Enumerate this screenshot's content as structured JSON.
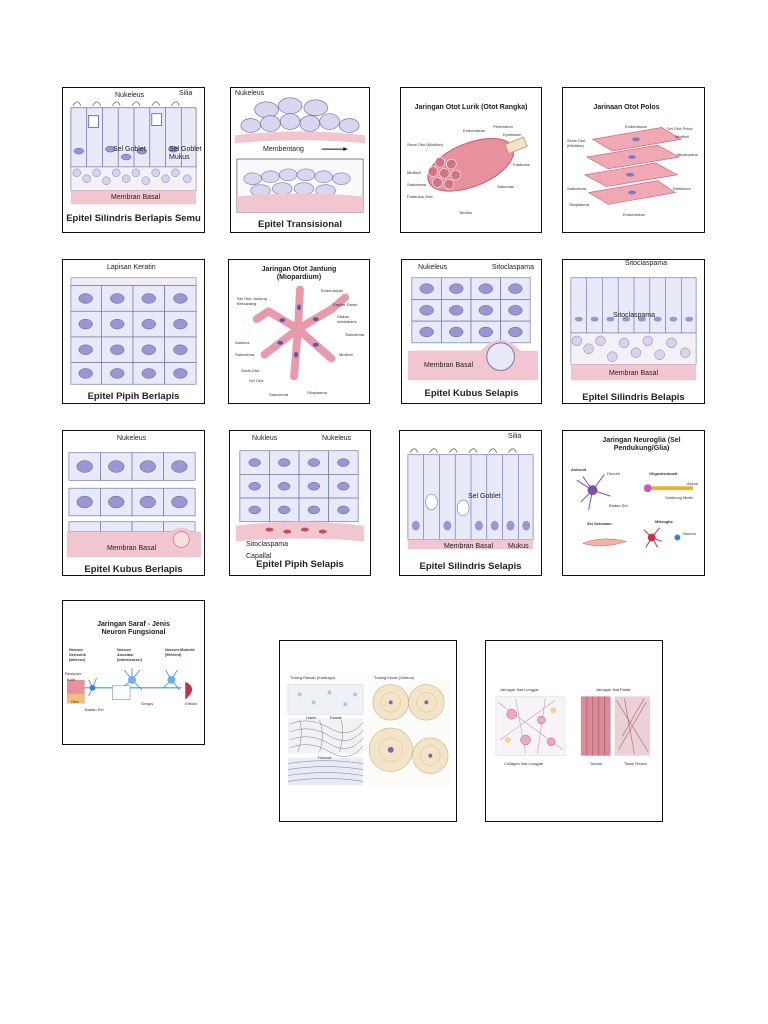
{
  "colors": {
    "cell_fill": "#e9eaf7",
    "cell_stroke": "#6f76b4",
    "nucleus": "#9a96d2",
    "nucleus_dark": "#5b5aa3",
    "membrane": "#f2c6cf",
    "muscle": "#e7909e",
    "muscle_dark": "#c45c6f",
    "neuron": "#7ab6e2",
    "bone": "#f3e3c7"
  },
  "cards": [
    {
      "id": "c1",
      "caption": "Epitel Silindris Berlapis Semu",
      "labels": [
        "Nukeleus",
        "Silia",
        "Sel Goblet",
        "Sel Goblet Mukus",
        "Membran Basal"
      ]
    },
    {
      "id": "c2",
      "caption": "Epitel Transisional",
      "labels": [
        "Nukeleus",
        "Membentang"
      ]
    },
    {
      "id": "c3",
      "title": "Jaringan Otot Lurik (Otot Rangka)",
      "labels": [
        "Endomisium",
        "Perimisium",
        "Epimisium",
        "Serat Otot (Miofiber)",
        "Fasikulus",
        "Sarkolema",
        "Miofibril",
        "Fasikulus Otot",
        "Sarkomer",
        "Tendon"
      ]
    },
    {
      "id": "c4",
      "title": "Jarinaan Otot Polos",
      "labels": [
        "Endomisium",
        "Sel Otot Polos",
        "Serat Otot (Miofiber)",
        "Miofibril",
        "Mitokondria",
        "Sarkolema",
        "Retikulum",
        "Sitoplasma",
        "Endomisium"
      ]
    },
    {
      "id": "c5",
      "caption": "Epitel Pipih Berlapis",
      "labels": [
        "Lapisan Keratin"
      ]
    },
    {
      "id": "c6",
      "title": "Jaringan Otot Jantung (Miopardium)",
      "labels": [
        "Sel Otot Jantung Bercabang",
        "Endomisium",
        "Kapiler Darah",
        "Diskus Interkalaris",
        "Sarkolema",
        "Nukleus",
        "Sarkolema",
        "Miofibril",
        "Sel Otot",
        "Serat Otot",
        "Sarkolema",
        "Sitoplasma"
      ]
    },
    {
      "id": "c7",
      "caption": "Epitel Kubus Selapis",
      "labels": [
        "Nukeleus",
        "Sitoclaspama",
        "Membran Basal"
      ]
    },
    {
      "id": "c8",
      "caption": "Epitel Silindris Belapis",
      "labels": [
        "Sitoclaspama",
        "Sitoclaspama",
        "Membran Basal"
      ]
    },
    {
      "id": "c9",
      "caption": "Epitel Kubus Berlapis",
      "labels": [
        "Nukeleus",
        "Membran Basal"
      ]
    },
    {
      "id": "c10",
      "caption": "Epitel Pipih Selapis",
      "labels": [
        "Nukleus",
        "Nukeleus",
        "Sitoclaspama",
        "Capallal"
      ]
    },
    {
      "id": "c11",
      "caption": "Epitel Silindris Selapis",
      "labels": [
        "Silia",
        "Sel Goblet",
        "Membran Basal",
        "Mukus"
      ]
    },
    {
      "id": "c12",
      "title": "Jaringan Neuroglia (Sel Pendukung/Glia)",
      "labels": [
        "Astrosit",
        "Oligodendrosit",
        "Sel Schwann",
        "Mikroglia",
        "Selubung Mielin",
        "Akson",
        "Badan Sel",
        "Dendrit",
        "Neuron"
      ]
    },
    {
      "id": "c13",
      "title": "Jaringan Saraf - Jenis Neuron Fungsional",
      "labels": [
        "Neuron Sensorik (aferent)",
        "Neuron Asosiasi (Interneuron)",
        "Neuron Motorik (Eferent)",
        "Reseptor",
        "Kulit",
        "Otot",
        "Badan Sel",
        "Sinaps",
        "Efektor"
      ]
    },
    {
      "id": "c14",
      "labels": [
        "Tulang Rawan (Kartilago)",
        "Tulang Keras (Osteon)",
        "Hialin",
        "Elastik",
        "Fibrosa"
      ]
    },
    {
      "id": "c15",
      "labels": [
        "Jaringan Ikat Longgar",
        "Jaringan Ikat Padat",
        "Collagen Ikat Longgar",
        "Teratur",
        "Tidak Teratur"
      ]
    }
  ]
}
